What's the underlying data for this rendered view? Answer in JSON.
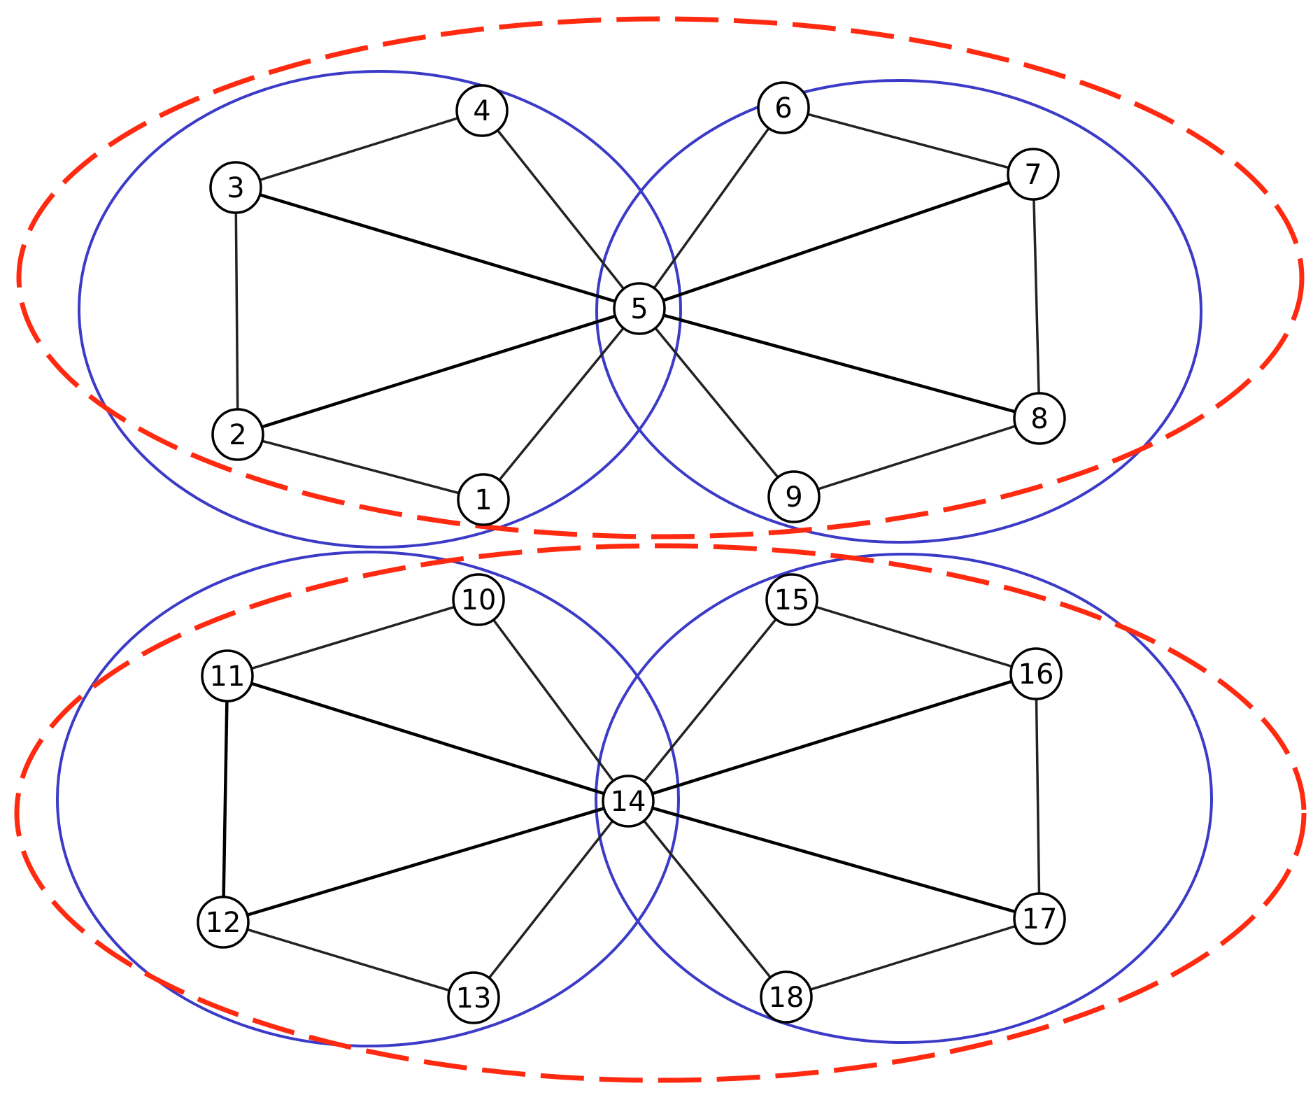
{
  "colors": {
    "node_stroke": "#000000",
    "edge": "#222222",
    "inner_cluster": "#3b3bc8",
    "outer_cluster": "#ff2a10"
  },
  "nodes": [
    {
      "id": "1",
      "label": "1"
    },
    {
      "id": "2",
      "label": "2"
    },
    {
      "id": "3",
      "label": "3"
    },
    {
      "id": "4",
      "label": "4"
    },
    {
      "id": "5",
      "label": "5"
    },
    {
      "id": "6",
      "label": "6"
    },
    {
      "id": "7",
      "label": "7"
    },
    {
      "id": "8",
      "label": "8"
    },
    {
      "id": "9",
      "label": "9"
    },
    {
      "id": "10",
      "label": "10"
    },
    {
      "id": "11",
      "label": "11"
    },
    {
      "id": "12",
      "label": "12"
    },
    {
      "id": "13",
      "label": "13"
    },
    {
      "id": "14",
      "label": "14"
    },
    {
      "id": "15",
      "label": "15"
    },
    {
      "id": "16",
      "label": "16"
    },
    {
      "id": "17",
      "label": "17"
    },
    {
      "id": "18",
      "label": "18"
    }
  ],
  "edges": [
    [
      "3",
      "4"
    ],
    [
      "3",
      "2"
    ],
    [
      "2",
      "1"
    ],
    [
      "4",
      "5"
    ],
    [
      "3",
      "5"
    ],
    [
      "2",
      "5"
    ],
    [
      "1",
      "5"
    ],
    [
      "6",
      "7"
    ],
    [
      "7",
      "8"
    ],
    [
      "8",
      "9"
    ],
    [
      "6",
      "5"
    ],
    [
      "7",
      "5"
    ],
    [
      "8",
      "5"
    ],
    [
      "9",
      "5"
    ],
    [
      "11",
      "10"
    ],
    [
      "11",
      "12"
    ],
    [
      "12",
      "13"
    ],
    [
      "10",
      "14"
    ],
    [
      "11",
      "14"
    ],
    [
      "12",
      "14"
    ],
    [
      "13",
      "14"
    ],
    [
      "15",
      "16"
    ],
    [
      "16",
      "17"
    ],
    [
      "17",
      "18"
    ],
    [
      "15",
      "14"
    ],
    [
      "16",
      "14"
    ],
    [
      "17",
      "14"
    ],
    [
      "18",
      "14"
    ]
  ],
  "clusters": [
    {
      "id": "top-outer",
      "kind": "outer",
      "members": [
        "1",
        "2",
        "3",
        "4",
        "5",
        "6",
        "7",
        "8",
        "9"
      ]
    },
    {
      "id": "top-left",
      "kind": "inner",
      "members": [
        "1",
        "2",
        "3",
        "4",
        "5"
      ]
    },
    {
      "id": "top-right",
      "kind": "inner",
      "members": [
        "5",
        "6",
        "7",
        "8",
        "9"
      ]
    },
    {
      "id": "bottom-outer",
      "kind": "outer",
      "members": [
        "10",
        "11",
        "12",
        "13",
        "14",
        "15",
        "16",
        "17",
        "18"
      ]
    },
    {
      "id": "bottom-left",
      "kind": "inner",
      "members": [
        "10",
        "11",
        "12",
        "13",
        "14"
      ]
    },
    {
      "id": "bottom-right",
      "kind": "inner",
      "members": [
        "14",
        "15",
        "16",
        "17",
        "18"
      ]
    }
  ]
}
